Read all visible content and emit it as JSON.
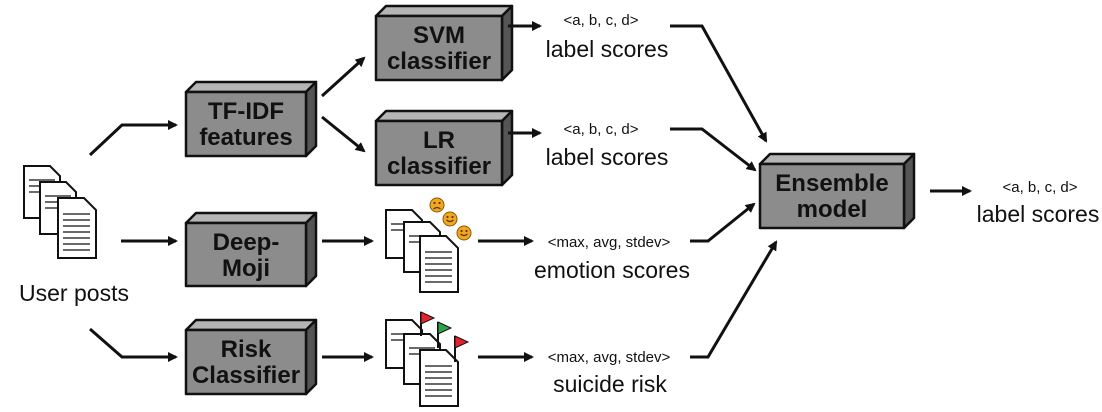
{
  "boxes": {
    "tfidf": {
      "line1": "TF-IDF",
      "line2": "features"
    },
    "svm": {
      "line1": "SVM",
      "line2": "classifier"
    },
    "lr": {
      "line1": "LR",
      "line2": "classifier"
    },
    "deepmoji": {
      "line1": "Deep-",
      "line2": "Moji"
    },
    "risk": {
      "line1": "Risk",
      "line2": "Classifier"
    },
    "ensemble": {
      "line1": "Ensemble",
      "line2": "model"
    }
  },
  "inputs": {
    "label": "User posts"
  },
  "outputs": {
    "svm": {
      "vector": "<a, b, c, d>",
      "label": "label scores"
    },
    "lr": {
      "vector": "<a, b, c, d>",
      "label": "label scores"
    },
    "deepmoji": {
      "vector": "<max, avg, stdev>",
      "label": "emotion scores"
    },
    "risk": {
      "vector": "<max, avg, stdev>",
      "label": "suicide risk"
    },
    "ensemble": {
      "vector": "<a, b, c, d>",
      "label": "label scores"
    }
  },
  "colors": {
    "box_front": "#8c8c8c",
    "box_top": "#b5b5b5",
    "box_side": "#555555",
    "emoji": "#f2a622",
    "flag_red": "#e0262a",
    "flag_green": "#2ea14a"
  },
  "icons": [
    "document-stack-icon",
    "emoji-face-icon",
    "flag-icon"
  ]
}
